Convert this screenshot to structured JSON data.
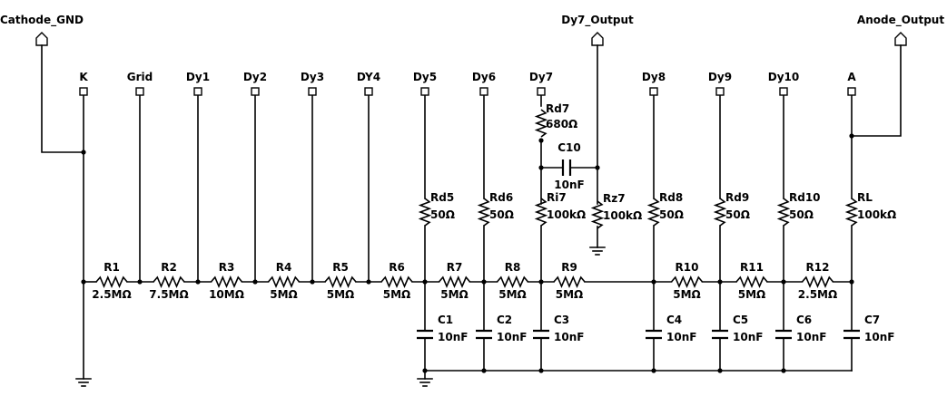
{
  "nets": {
    "cathode_gnd": "Cathode_GND",
    "dy7_output": "Dy7_Output",
    "anode_output": "Anode_Output"
  },
  "pins": [
    "K",
    "Grid",
    "Dy1",
    "Dy2",
    "Dy3",
    "DY4",
    "Dy5",
    "Dy6",
    "Dy7",
    "Dy8",
    "Dy9",
    "Dy10",
    "A"
  ],
  "divider": [
    {
      "name": "R1",
      "value": "2.5MΩ"
    },
    {
      "name": "R2",
      "value": "7.5MΩ"
    },
    {
      "name": "R3",
      "value": "10MΩ"
    },
    {
      "name": "R4",
      "value": "5MΩ"
    },
    {
      "name": "R5",
      "value": "5MΩ"
    },
    {
      "name": "R6",
      "value": "5MΩ"
    },
    {
      "name": "R7",
      "value": "5MΩ"
    },
    {
      "name": "R8",
      "value": "5MΩ"
    },
    {
      "name": "R9",
      "value": "5MΩ"
    },
    {
      "name": "R10",
      "value": "5MΩ"
    },
    {
      "name": "R11",
      "value": "5MΩ"
    },
    {
      "name": "R12",
      "value": "2.5MΩ"
    }
  ],
  "dynode_resistors": [
    {
      "name": "Rd5",
      "value": "50Ω"
    },
    {
      "name": "Rd6",
      "value": "50Ω"
    },
    {
      "name": "Ri7",
      "value": "100kΩ"
    },
    {
      "name": "Rd8",
      "value": "50Ω"
    },
    {
      "name": "Rd9",
      "value": "50Ω"
    },
    {
      "name": "Rd10",
      "value": "50Ω"
    },
    {
      "name": "RL",
      "value": "100kΩ"
    }
  ],
  "rd7": {
    "name": "Rd7",
    "value": "680Ω"
  },
  "rz7": {
    "name": "Rz7",
    "value": "100kΩ"
  },
  "c10": {
    "name": "C10",
    "value": "10nF"
  },
  "caps": [
    {
      "name": "C1",
      "value": "10nF"
    },
    {
      "name": "C2",
      "value": "10nF"
    },
    {
      "name": "C3",
      "value": "10nF"
    },
    {
      "name": "C4",
      "value": "10nF"
    },
    {
      "name": "C5",
      "value": "10nF"
    },
    {
      "name": "C6",
      "value": "10nF"
    },
    {
      "name": "C7",
      "value": "10nF"
    }
  ]
}
